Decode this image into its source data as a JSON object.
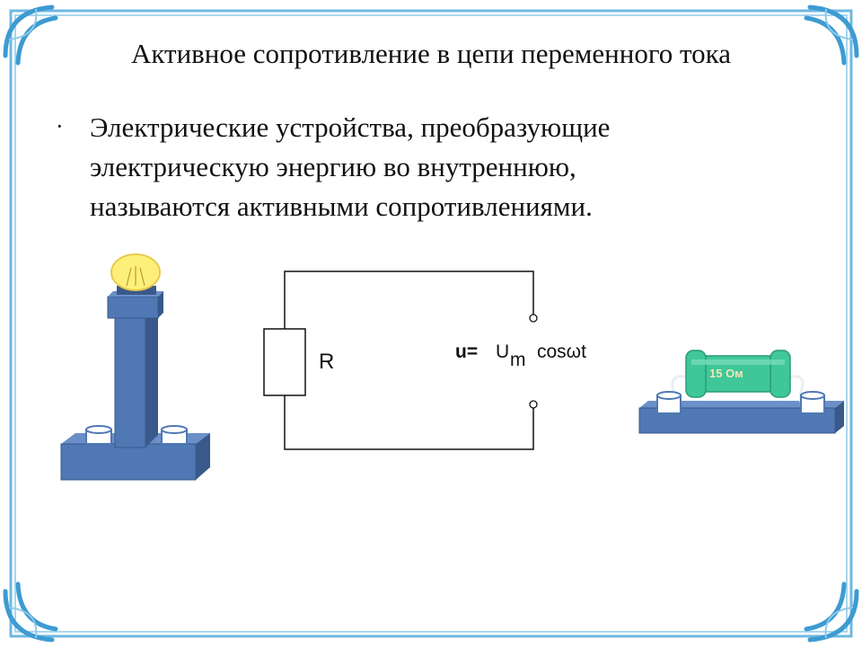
{
  "slide": {
    "title": "Активное сопротивление в цепи переменного тока",
    "bullet_marker": "·",
    "body_lines": [
      "Электрические устройства, преобразующие",
      "электрическую энергию во внутреннюю,",
      "называются активными сопротивлениями."
    ]
  },
  "circuit": {
    "resistor_label": "R",
    "formula_prefix": "u= ",
    "formula_U": "U",
    "formula_sub": "m",
    "formula_suffix": "cosωt"
  },
  "resistor_device": {
    "label": "15 Ом"
  },
  "colors": {
    "frame": "#6fb8e0",
    "device_blue": "#4f78b4",
    "device_dark": "#39598a",
    "bulb": "#fdf07a",
    "resistor_green": "#3fc79a"
  }
}
